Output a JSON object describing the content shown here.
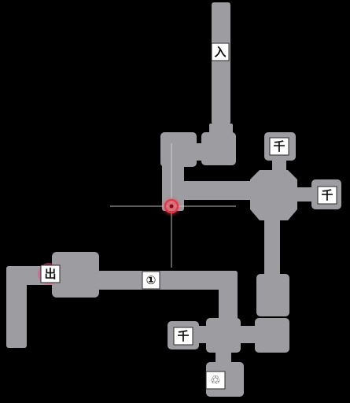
{
  "map": {
    "markers": {
      "entrance": "入",
      "exit": "出",
      "checkpoint_1": "①",
      "thousand_top": "千",
      "thousand_right": "千",
      "thousand_bottom": "千",
      "recycle": "♲"
    },
    "colors": {
      "background": "#000000",
      "room": "#9d9ca1",
      "player_ring": "#e03a4a",
      "exit_highlight": "#e0588a"
    }
  }
}
